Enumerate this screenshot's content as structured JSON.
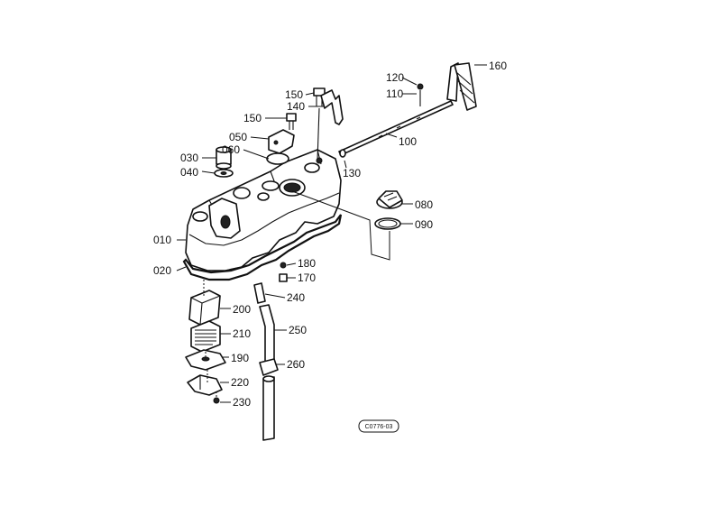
{
  "diagram": {
    "drawing_code": "C0776-03",
    "callouts": [
      {
        "id": "010",
        "text": "010"
      },
      {
        "id": "020",
        "text": "020"
      },
      {
        "id": "030",
        "text": "030"
      },
      {
        "id": "040",
        "text": "040"
      },
      {
        "id": "050",
        "text": "050"
      },
      {
        "id": "060",
        "text": "060"
      },
      {
        "id": "080",
        "text": "080"
      },
      {
        "id": "090",
        "text": "090"
      },
      {
        "id": "100",
        "text": "100"
      },
      {
        "id": "110",
        "text": "110"
      },
      {
        "id": "120",
        "text": "120"
      },
      {
        "id": "130",
        "text": "130"
      },
      {
        "id": "140",
        "text": "140"
      },
      {
        "id": "150a",
        "text": "150"
      },
      {
        "id": "150b",
        "text": "150"
      },
      {
        "id": "160",
        "text": "160"
      },
      {
        "id": "170",
        "text": "170"
      },
      {
        "id": "180",
        "text": "180"
      },
      {
        "id": "190",
        "text": "190"
      },
      {
        "id": "200",
        "text": "200"
      },
      {
        "id": "210",
        "text": "210"
      },
      {
        "id": "220",
        "text": "220"
      },
      {
        "id": "230",
        "text": "230"
      },
      {
        "id": "240",
        "text": "240"
      },
      {
        "id": "250",
        "text": "250"
      },
      {
        "id": "260",
        "text": "260"
      }
    ]
  }
}
